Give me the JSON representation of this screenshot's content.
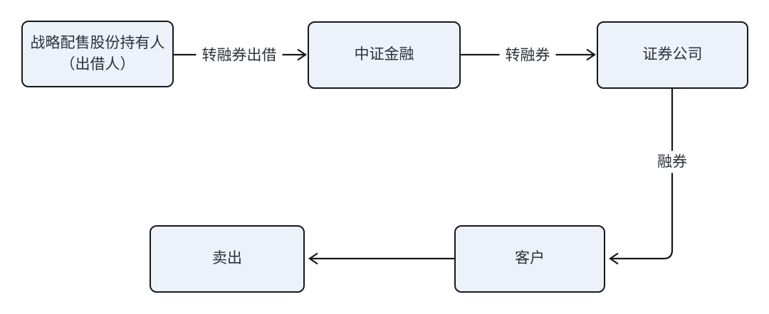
{
  "style": {
    "canvas_bg": "#ffffff",
    "node_fill": "#ecf1fa",
    "node_border": "#17181c",
    "text_color": "#2e3138",
    "line_color": "#17181c"
  },
  "diagram": {
    "nodes": [
      {
        "id": "lender",
        "label": "战略配售股份持有人\n（出借人）"
      },
      {
        "id": "csf",
        "label": "中证金融"
      },
      {
        "id": "broker",
        "label": "证券公司"
      },
      {
        "id": "client",
        "label": "客户"
      },
      {
        "id": "sell",
        "label": "卖出"
      }
    ],
    "edges": [
      {
        "from": "lender",
        "to": "csf",
        "label": "转融券出借"
      },
      {
        "from": "csf",
        "to": "broker",
        "label": "转融券"
      },
      {
        "from": "broker",
        "to": "client",
        "label": "融券"
      },
      {
        "from": "client",
        "to": "sell",
        "label": ""
      }
    ]
  }
}
